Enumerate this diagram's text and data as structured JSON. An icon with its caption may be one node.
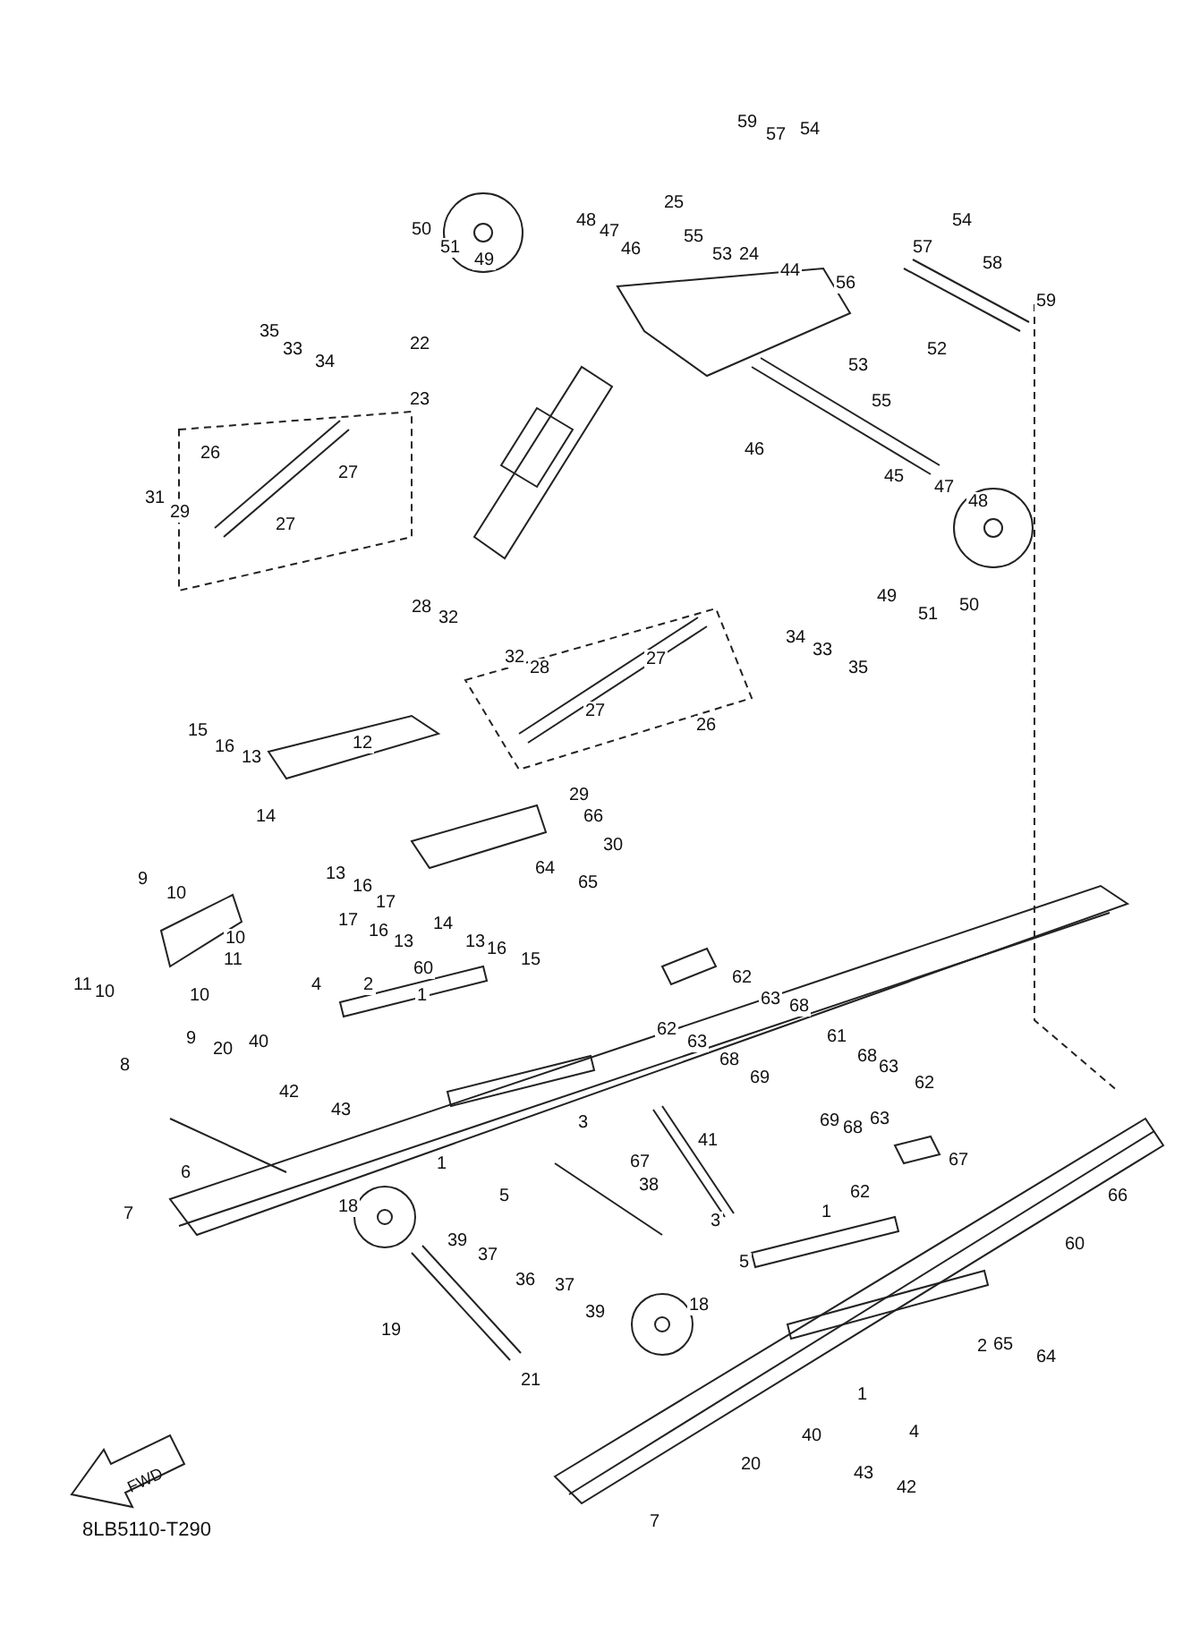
{
  "diagram": {
    "labels": [
      "59",
      "57",
      "54",
      "50",
      "51",
      "49",
      "48",
      "47",
      "46",
      "25",
      "55",
      "53",
      "24",
      "44",
      "56",
      "54",
      "57",
      "58",
      "59",
      "35",
      "33",
      "34",
      "22",
      "23",
      "52",
      "53",
      "55",
      "46",
      "26",
      "27",
      "45",
      "47",
      "48",
      "31",
      "29",
      "27",
      "49",
      "51",
      "50",
      "28",
      "32",
      "34",
      "33",
      "35",
      "32",
      "28",
      "27",
      "27",
      "26",
      "15",
      "16",
      "13",
      "12",
      "14",
      "29",
      "30",
      "13",
      "16",
      "17",
      "17",
      "16",
      "13",
      "66",
      "64",
      "65",
      "14",
      "13",
      "16",
      "15",
      "9",
      "10",
      "10",
      "11",
      "11",
      "10",
      "10",
      "9",
      "8",
      "60",
      "4",
      "2",
      "1",
      "62",
      "63",
      "68",
      "62",
      "63",
      "61",
      "68",
      "63",
      "62",
      "68",
      "69",
      "69",
      "68",
      "63",
      "20",
      "40",
      "42",
      "43",
      "3",
      "41",
      "67",
      "67",
      "62",
      "6",
      "7",
      "18",
      "1",
      "5",
      "38",
      "39",
      "37",
      "36",
      "37",
      "39",
      "3",
      "1",
      "5",
      "66",
      "60",
      "18",
      "19",
      "21",
      "65",
      "64",
      "2",
      "1",
      "4",
      "40",
      "20",
      "43",
      "42",
      "7",
      "FWD",
      "8LB5110-T290"
    ]
  }
}
